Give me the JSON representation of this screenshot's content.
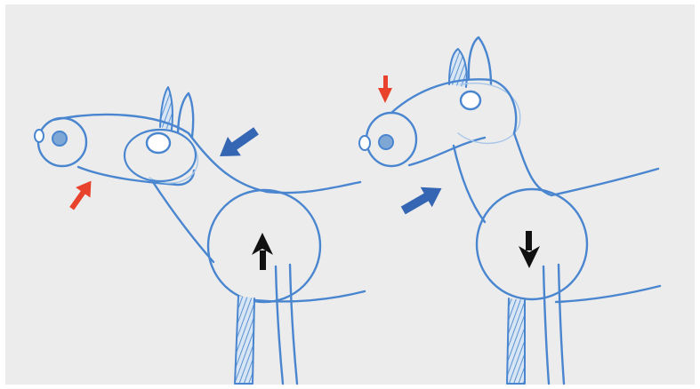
{
  "figure": {
    "panels": [
      {
        "id": "left",
        "shoulder_arrow": "up"
      },
      {
        "id": "right",
        "shoulder_arrow": "down"
      }
    ]
  },
  "colors": {
    "background": "#ececec",
    "border": "#ffffff",
    "line": "#4a86cf",
    "line_light": "#a8c6e8",
    "hatch": "#6b9fd8",
    "nostril": "#7fa7d6",
    "blue_arrow": "#3566b4",
    "red_arrow": "#e8412c",
    "black_arrow": "#111111"
  }
}
